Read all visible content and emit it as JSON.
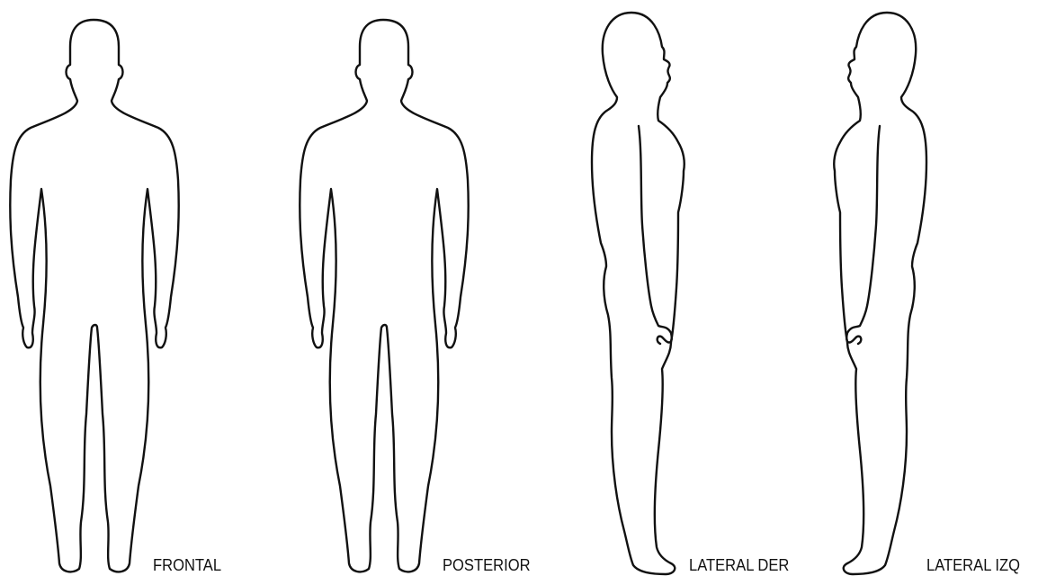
{
  "views": [
    {
      "id": "frontal",
      "label": "FRONTAL"
    },
    {
      "id": "posterior",
      "label": "POSTERIOR"
    },
    {
      "id": "lateral-der",
      "label": "LATERAL DER"
    },
    {
      "id": "lateral-izq",
      "label": "LATERAL IZQ"
    }
  ],
  "colors": {
    "background": "#ffffff",
    "outline": "#111111"
  }
}
